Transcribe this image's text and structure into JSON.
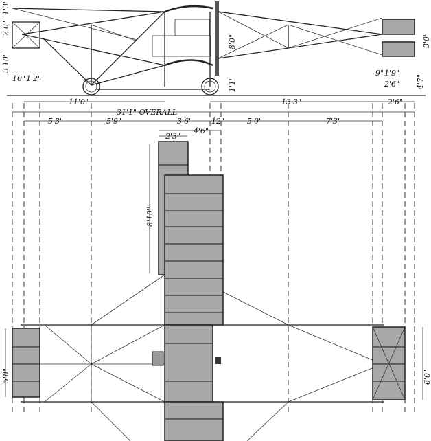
{
  "drawing": {
    "side_view": {
      "dimensions": {
        "elevator_height": "2'0\"",
        "elevator_gap": "1'3\"",
        "elevator_above_ground": "3'10\"",
        "skid_a": "10\"",
        "skid_b": "1'2\"",
        "propeller_diameter": "8'0\"",
        "propeller_clearance": "1'1\"",
        "tail_height": "3'0\"",
        "tail_above_ground": "4'7\"",
        "tail_a": "9\"",
        "tail_b": "1'9\"",
        "tail_c": "2'6\""
      }
    },
    "horizontal_dimensions": {
      "nose_to_wing": "11'0\"",
      "wing_to_tail": "13'3\"",
      "tail_length": "2'6\"",
      "overall": "31'1\" OVERALL",
      "seg1": "5'3\"",
      "seg2": "5'9\"",
      "seg3": "3'6\"",
      "seg4": "12\"",
      "seg5": "5'0\"",
      "seg6": "7'3\"",
      "aileron_chord": "2'3\"",
      "wing_chord": "4'6\""
    },
    "plan_view": {
      "dimensions": {
        "aileron_span": "8'10\"",
        "elevator_span": "5'8\"",
        "tail_span": "6'0\""
      }
    }
  }
}
